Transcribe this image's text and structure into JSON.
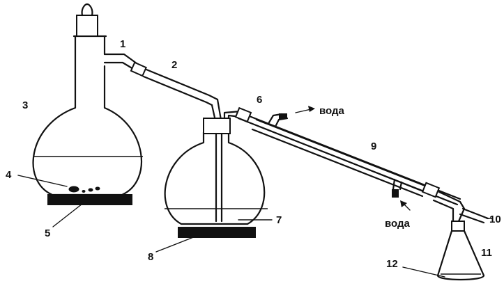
{
  "labels": {
    "n1": "1",
    "n2": "2",
    "n3": "3",
    "n4": "4",
    "n5": "5",
    "n6": "6",
    "n7": "7",
    "n8": "8",
    "n9": "9",
    "n10": "10",
    "n11": "11",
    "n12": "12",
    "water_out": "вода",
    "water_in": "вода"
  }
}
